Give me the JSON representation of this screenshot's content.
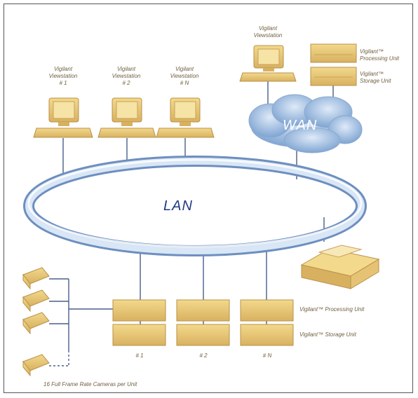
{
  "network": {
    "lan_label": "LAN",
    "wan_label": "WAN"
  },
  "viewstations": [
    {
      "line1": "Vigilant",
      "line2": "Viewstation",
      "line3": "# 1"
    },
    {
      "line1": "Vigilant",
      "line2": "Viewstation",
      "line3": "# 2"
    },
    {
      "line1": "Vigilant",
      "line2": "Viewstation",
      "line3": "# N"
    }
  ],
  "remote": {
    "viewstation_line1": "Vigilant",
    "viewstation_line2": "Viewstation",
    "processing_line1": "Vigilant™",
    "processing_line2": "Processing Unit",
    "storage_line1": "Vigilant™",
    "storage_line2": "Storage Unit"
  },
  "site": {
    "processing_label": "Vigilant™ Processing Unit",
    "storage_label": "Vigilant™ Storage Unit",
    "unit_numbers": [
      "# 1",
      "# 2",
      "# N"
    ],
    "cameras_caption": "16 Full Frame Rate Cameras per Unit"
  },
  "colors": {
    "equipment": "#e8c872",
    "equipment_edge": "#b8924a",
    "lan": "#9db8d8",
    "wan": "#a9c4e6",
    "line": "#4a5e8a"
  }
}
